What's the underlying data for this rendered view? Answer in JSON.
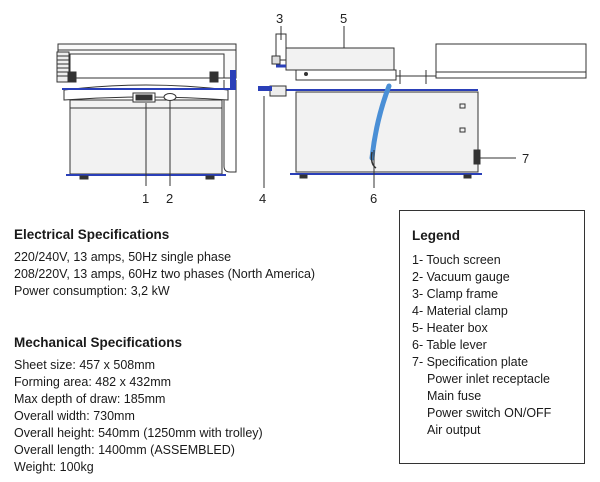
{
  "diagram": {
    "callouts": [
      "1",
      "2",
      "3",
      "4",
      "5",
      "6",
      "7"
    ],
    "colors": {
      "outline": "#333333",
      "accent_blue": "#2a3fb8",
      "panel_fill": "#f2f2f2",
      "lever_blue": "#4a8fd6"
    }
  },
  "electrical": {
    "title": "Electrical Specifications",
    "lines": [
      "220/240V, 13 amps, 50Hz single phase",
      "208/220V, 13 amps, 60Hz two phases (North America)",
      "Power consumption: 3,2 kW"
    ]
  },
  "mechanical": {
    "title": "Mechanical Specifications",
    "lines": [
      "Sheet size: 457 x 508mm",
      "Forming area: 482 x 432mm",
      "Max depth of draw: 185mm",
      "Overall width: 730mm",
      "Overall height: 540mm (1250mm with trolley)",
      "Overall length: 1400mm (ASSEMBLED)",
      "Weight: 100kg"
    ]
  },
  "legend": {
    "title": "Legend",
    "items": [
      "1- Touch screen",
      "2- Vacuum gauge",
      "3- Clamp frame",
      "4- Material clamp",
      "5- Heater box",
      "6- Table lever",
      "7- Specification plate"
    ],
    "sub_items": [
      "Power inlet receptacle",
      "Main fuse",
      "Power switch ON/OFF",
      "Air output"
    ]
  }
}
